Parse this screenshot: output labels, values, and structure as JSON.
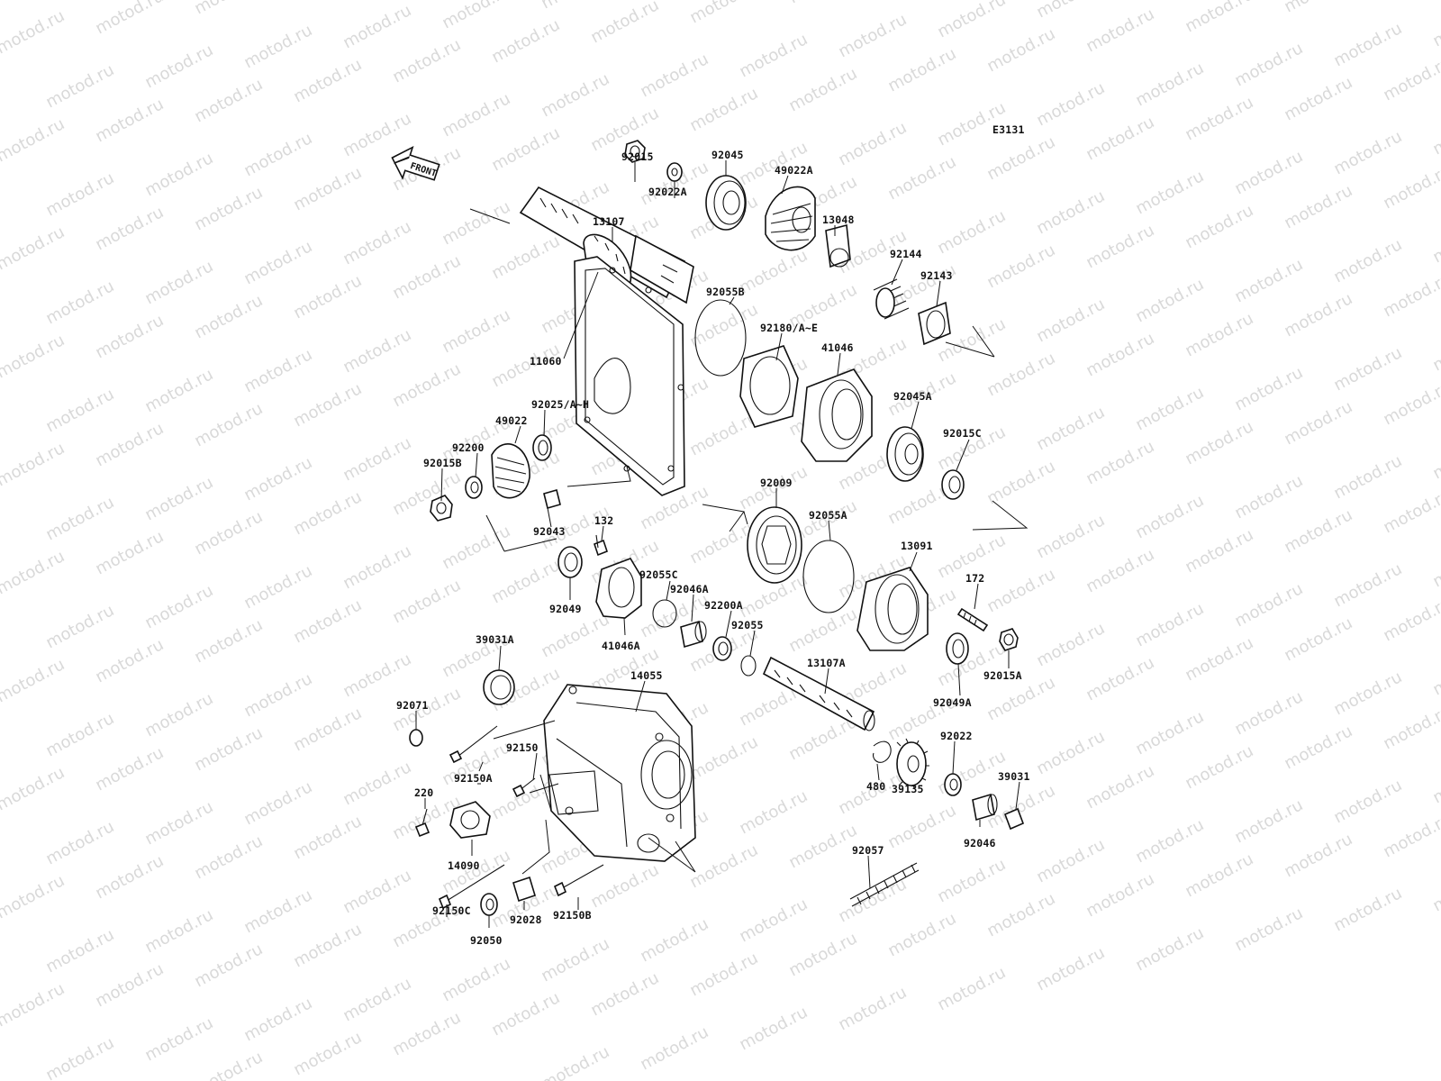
{
  "diagram": {
    "code": "E3131",
    "front_marker": "FRONT",
    "watermark": "motod.ru",
    "parts": [
      {
        "id": "p-92015",
        "label": "92015"
      },
      {
        "id": "p-92022A",
        "label": "92022A"
      },
      {
        "id": "p-92045",
        "label": "92045"
      },
      {
        "id": "p-49022A",
        "label": "49022A"
      },
      {
        "id": "p-13107",
        "label": "13107"
      },
      {
        "id": "p-13048",
        "label": "13048"
      },
      {
        "id": "p-92144",
        "label": "92144"
      },
      {
        "id": "p-92143",
        "label": "92143"
      },
      {
        "id": "p-92055B",
        "label": "92055B"
      },
      {
        "id": "p-92180",
        "label": "92180/A~E"
      },
      {
        "id": "p-11060",
        "label": "11060"
      },
      {
        "id": "p-41046",
        "label": "41046"
      },
      {
        "id": "p-92025",
        "label": "92025/A~H"
      },
      {
        "id": "p-49022",
        "label": "49022"
      },
      {
        "id": "p-92045A",
        "label": "92045A"
      },
      {
        "id": "p-92200",
        "label": "92200"
      },
      {
        "id": "p-92015C",
        "label": "92015C"
      },
      {
        "id": "p-92015B",
        "label": "92015B"
      },
      {
        "id": "p-92009",
        "label": "92009"
      },
      {
        "id": "p-92043",
        "label": "92043"
      },
      {
        "id": "p-92055A",
        "label": "92055A"
      },
      {
        "id": "p-132",
        "label": "132"
      },
      {
        "id": "p-13091",
        "label": "13091"
      },
      {
        "id": "p-92055C",
        "label": "92055C"
      },
      {
        "id": "p-172",
        "label": "172"
      },
      {
        "id": "p-92046A",
        "label": "92046A"
      },
      {
        "id": "p-92049",
        "label": "92049"
      },
      {
        "id": "p-92200A",
        "label": "92200A"
      },
      {
        "id": "p-41046A",
        "label": "41046A"
      },
      {
        "id": "p-92055",
        "label": "92055"
      },
      {
        "id": "p-39031A",
        "label": "39031A"
      },
      {
        "id": "p-13107A",
        "label": "13107A"
      },
      {
        "id": "p-92015A",
        "label": "92015A"
      },
      {
        "id": "p-14055",
        "label": "14055"
      },
      {
        "id": "p-92049A",
        "label": "92049A"
      },
      {
        "id": "p-92071",
        "label": "92071"
      },
      {
        "id": "p-92150A",
        "label": "92150A"
      },
      {
        "id": "p-92150",
        "label": "92150"
      },
      {
        "id": "p-92022",
        "label": "92022"
      },
      {
        "id": "p-480",
        "label": "480"
      },
      {
        "id": "p-39031",
        "label": "39031"
      },
      {
        "id": "p-39135",
        "label": "39135"
      },
      {
        "id": "p-220",
        "label": "220"
      },
      {
        "id": "p-92046",
        "label": "92046"
      },
      {
        "id": "p-14090",
        "label": "14090"
      },
      {
        "id": "p-92057",
        "label": "92057"
      },
      {
        "id": "p-92150C",
        "label": "92150C"
      },
      {
        "id": "p-92028",
        "label": "92028"
      },
      {
        "id": "p-92150B",
        "label": "92150B"
      },
      {
        "id": "p-92050",
        "label": "92050"
      }
    ]
  }
}
